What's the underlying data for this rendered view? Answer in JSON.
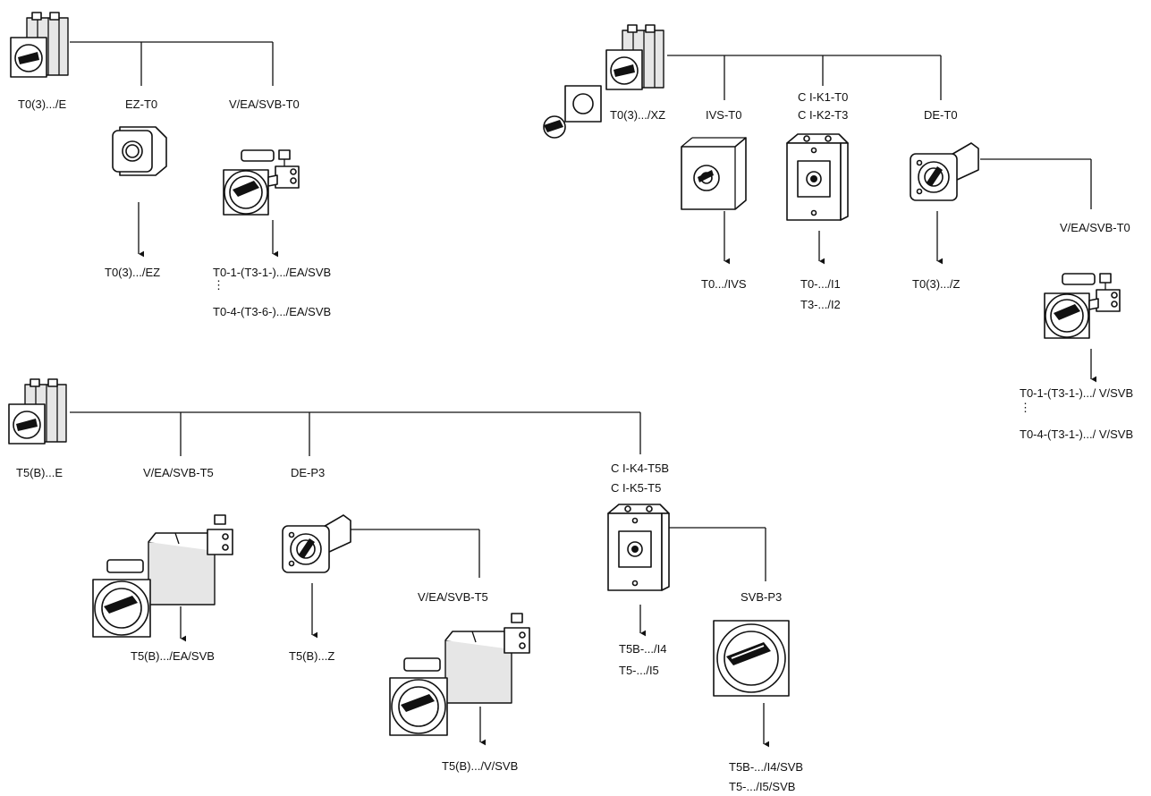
{
  "labels": {
    "t0_3_e": "T0(3).../E",
    "ez_t0": "EZ-T0",
    "v_ea_svb_t0_a": "V/EA/SVB-T0",
    "t0_3_ez": "T0(3).../EZ",
    "t0_1_ea_svb": "T0-1-(T3-1-).../EA/SVB",
    "t0_4_ea_svb": "T0-4-(T3-6-).../EA/SVB",
    "t0_3_xz": "T0(3).../XZ",
    "ivs_t0": "IVS-T0",
    "ci_k1_t0": "C I-K1-T0",
    "ci_k2_t3": "C I-K2-T3",
    "de_t0": "DE-T0",
    "t0_ivs": "T0.../IVS",
    "t0_i1": "T0-.../I1",
    "t3_i2": "T3-.../I2",
    "t0_3_z": "T0(3).../Z",
    "v_ea_svb_t0_b": "V/EA/SVB-T0",
    "t0_1_v_svb": "T0-1-(T3-1-).../ V/SVB",
    "t0_4_v_svb": "T0-4-(T3-1-).../ V/SVB",
    "t5b_e": "T5(B)...E",
    "v_ea_svb_t5_a": "V/EA/SVB-T5",
    "de_p3": "DE-P3",
    "ci_k4_t5b": "C I-K4-T5B",
    "ci_k5_t5": "C I-K5-T5",
    "t5b_ea_svb": "T5(B).../EA/SVB",
    "t5b_z": "T5(B)...Z",
    "v_ea_svb_t5_b": "V/EA/SVB-T5",
    "t5b_i4": "T5B-.../I4",
    "t5_i5": "T5-.../I5",
    "svb_p3": "SVB-P3",
    "t5b_v_svb": "T5(B).../V/SVB",
    "t5b_i4_svb": "T5B-.../I4/SVB",
    "t5_i5_svb": "T5-.../I5/SVB"
  },
  "icons": {
    "switch": "rotary-switch-icon",
    "pushbutton": "pushbutton-module-icon",
    "handle": "handle-with-lock-icon",
    "plate": "front-plate-icon",
    "ivs_box": "ivs-enclosure-icon",
    "ci_box": "ci-enclosure-icon",
    "de": "door-extension-icon",
    "hood": "large-handle-hood-icon",
    "svb_big": "svb-front-icon"
  }
}
